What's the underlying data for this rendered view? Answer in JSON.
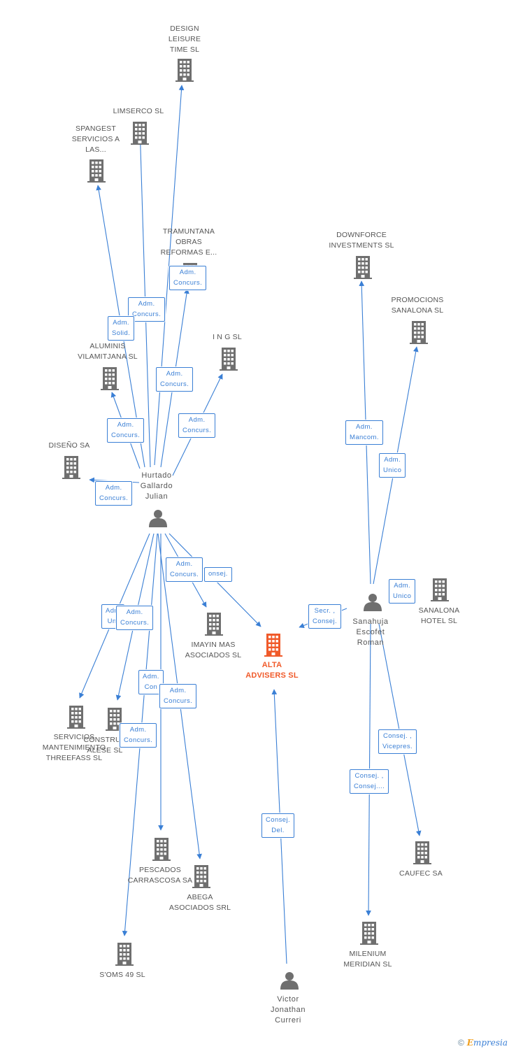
{
  "colors": {
    "edge": "#3a7fd5",
    "node": "#6f6f6f",
    "main": "#f05a2a"
  },
  "nodes": [
    {
      "id": "design",
      "label": "DESIGN\nLEISURE\nTIME SL",
      "type": "company"
    },
    {
      "id": "limserco",
      "label": "LIMSERCO SL",
      "type": "company"
    },
    {
      "id": "spangest",
      "label": "SPANGEST\nSERVICIOS A\nLAS...",
      "type": "company"
    },
    {
      "id": "tramuntana",
      "label": "TRAMUNTANA\nOBRAS\nREFORMAS E...",
      "type": "company"
    },
    {
      "id": "downforce",
      "label": "DOWNFORCE\nINVESTMENTS SL",
      "type": "company"
    },
    {
      "id": "promocions",
      "label": "PROMOCIONS\nSANALONA SL",
      "type": "company"
    },
    {
      "id": "aluminis",
      "label": "ALUMINIS\nVILAMITJANA SL",
      "type": "company"
    },
    {
      "id": "ing",
      "label": "I N G SL",
      "type": "company"
    },
    {
      "id": "diseno",
      "label": "DISEÑO SA",
      "type": "company"
    },
    {
      "id": "hurtado",
      "label": "Hurtado\nGallardo\nJulian",
      "type": "person"
    },
    {
      "id": "sanahuja",
      "label": "Sanahuja\nEscofet\nRoman",
      "type": "person"
    },
    {
      "id": "sanalona",
      "label": "SANALONA\nHOTEL SL",
      "type": "company"
    },
    {
      "id": "imayin",
      "label": "IMAYIN MAS\nASOCIADOS SL",
      "type": "company"
    },
    {
      "id": "alta",
      "label": "ALTA\nADVISERS SL",
      "type": "main"
    },
    {
      "id": "servicios",
      "label": "SERVICIOS\nMANTENIMIENTO\nTHREEFASS SL",
      "type": "company"
    },
    {
      "id": "construc",
      "label": "CONSTRUC\nALESE SL",
      "type": "company"
    },
    {
      "id": "pescados",
      "label": "PESCADOS\nCARRASCOSA SA",
      "type": "company"
    },
    {
      "id": "abega",
      "label": "ABEGA\nASOCIADOS SRL",
      "type": "company"
    },
    {
      "id": "soms",
      "label": "S'OMS 49 SL",
      "type": "company"
    },
    {
      "id": "caufec",
      "label": "CAUFEC SA",
      "type": "company"
    },
    {
      "id": "milenium",
      "label": "MILENIUM\nMERIDIAN SL",
      "type": "company"
    },
    {
      "id": "victor",
      "label": "Victor\nJonathan\nCurreri",
      "type": "person"
    }
  ],
  "edges": [
    {
      "from": "hurtado",
      "to": "design"
    },
    {
      "from": "hurtado",
      "to": "limserco"
    },
    {
      "from": "hurtado",
      "to": "spangest"
    },
    {
      "from": "hurtado",
      "to": "tramuntana"
    },
    {
      "from": "hurtado",
      "to": "aluminis"
    },
    {
      "from": "hurtado",
      "to": "ing"
    },
    {
      "from": "hurtado",
      "to": "diseno"
    },
    {
      "from": "hurtado",
      "to": "imayin"
    },
    {
      "from": "hurtado",
      "to": "alta"
    },
    {
      "from": "hurtado",
      "to": "servicios"
    },
    {
      "from": "hurtado",
      "to": "construc"
    },
    {
      "from": "hurtado",
      "to": "pescados"
    },
    {
      "from": "hurtado",
      "to": "abega"
    },
    {
      "from": "hurtado",
      "to": "soms"
    },
    {
      "from": "sanahuja",
      "to": "downforce"
    },
    {
      "from": "sanahuja",
      "to": "promocions"
    },
    {
      "from": "sanahuja",
      "to": "alta"
    },
    {
      "from": "sanahuja",
      "to": "caufec"
    },
    {
      "from": "sanahuja",
      "to": "milenium"
    },
    {
      "from": "victor",
      "to": "alta"
    }
  ],
  "edge_labels": [
    {
      "text": "Adm.\nConcurs."
    },
    {
      "text": "Adm.\nConcurs."
    },
    {
      "text": "Adm.\nSolid."
    },
    {
      "text": "Adm.\nConcurs."
    },
    {
      "text": "Adm.\nConcurs."
    },
    {
      "text": "Adm.\nConcurs."
    },
    {
      "text": "Adm.\nConcurs."
    },
    {
      "text": "Adm.\nMancom."
    },
    {
      "text": "Adm.\nUnico"
    },
    {
      "text": "Adm.\nUnico"
    },
    {
      "text": "Secr. ,\nConsej."
    },
    {
      "text": "onsej."
    },
    {
      "text": "Adm.\nConcurs."
    },
    {
      "text": "Adm\nUni"
    },
    {
      "text": "Adm.\nConcurs."
    },
    {
      "text": "Adm.\nCon"
    },
    {
      "text": "Adm.\nConcurs."
    },
    {
      "text": "Adm.\nConcurs."
    },
    {
      "text": "Consej. ,\nVicepres."
    },
    {
      "text": "Consej. ,\nConsej...."
    },
    {
      "text": "Consej.\nDel."
    }
  ],
  "footer": {
    "copyright": "©",
    "brand": "mpresia",
    "brand_initial": "E"
  }
}
